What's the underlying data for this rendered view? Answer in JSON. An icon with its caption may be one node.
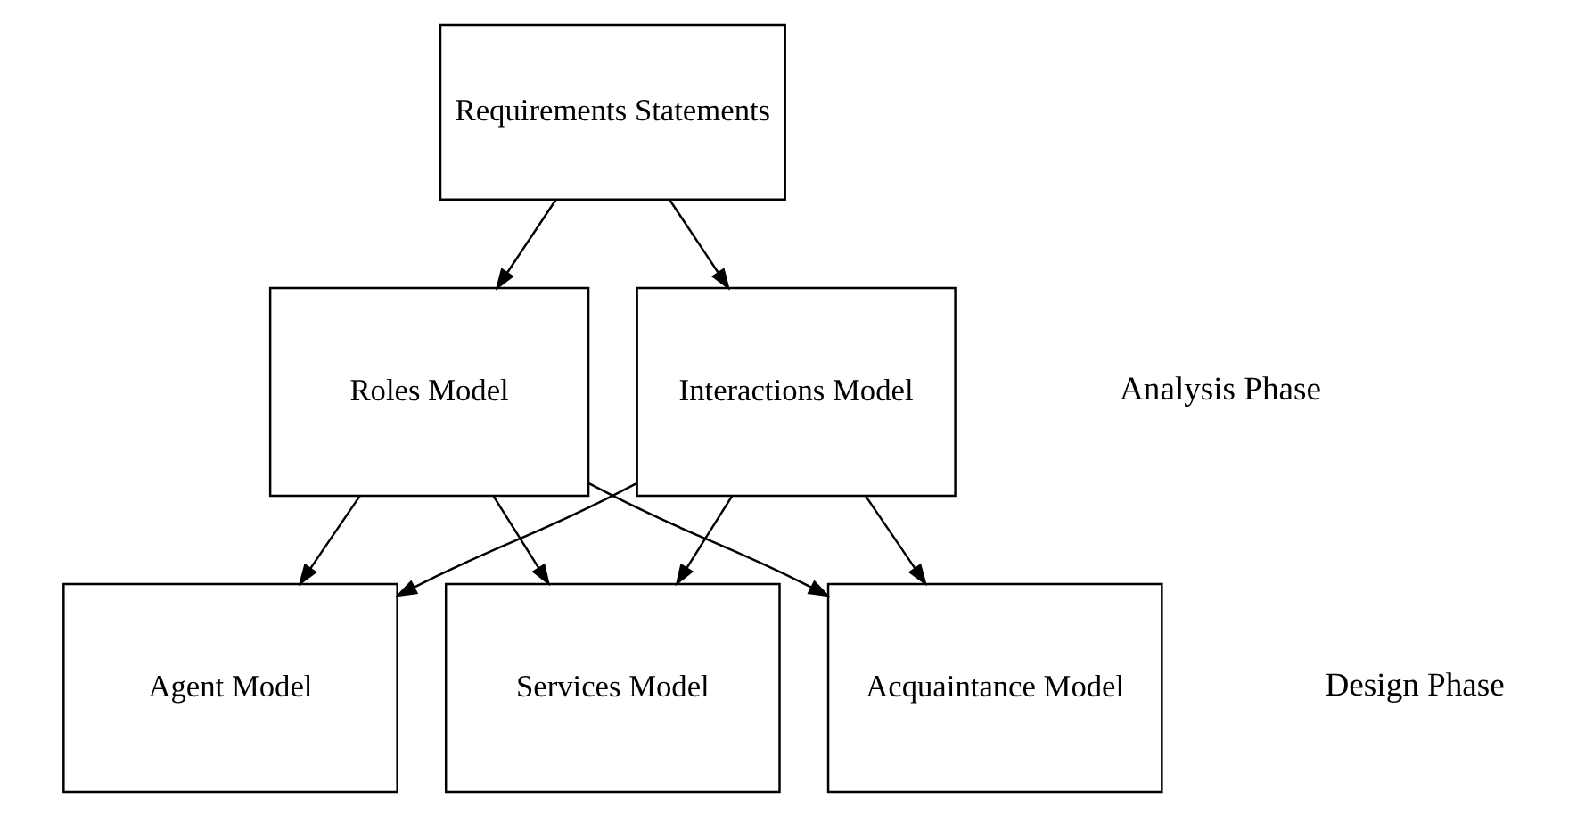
{
  "diagram": {
    "nodes": [
      {
        "text": [
          "Requirements Statements"
        ]
      },
      {
        "text": [
          "Roles Model"
        ]
      },
      {
        "text": [
          "Interactions Model"
        ]
      },
      {
        "text": [
          "Agent Model"
        ]
      },
      {
        "text": [
          "Services Model"
        ]
      },
      {
        "text": [
          "Acquaintance Model"
        ]
      }
    ],
    "edges": [
      {
        "from": 0,
        "to": 1,
        "arrow": "to"
      },
      {
        "from": 0,
        "to": 2,
        "arrow": "to"
      },
      {
        "from": 1,
        "to": 3,
        "arrow": "to"
      },
      {
        "from": 1,
        "to": 4,
        "arrow": "to"
      },
      {
        "from": 1,
        "to": 5,
        "arrow": "to"
      },
      {
        "from": 2,
        "to": 3,
        "arrow": "to"
      },
      {
        "from": 2,
        "to": 4,
        "arrow": "to"
      },
      {
        "from": 2,
        "to": 5,
        "arrow": "to"
      }
    ],
    "labels": [
      "Analysis Phase",
      "Design Phase"
    ]
  }
}
